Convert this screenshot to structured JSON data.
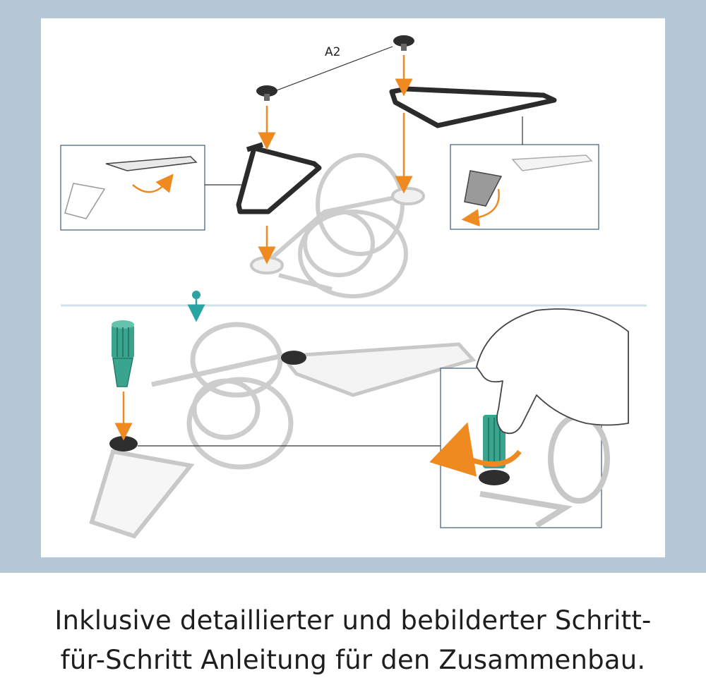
{
  "diagram": {
    "part_label": "A2",
    "colors": {
      "frame": "#b6c7d6",
      "arrow": "#ee8a1f",
      "cap": "#3aa58f",
      "divider": "#cfe2ea",
      "outline": "#2b2b2b",
      "ghost": "#c9c9c9"
    }
  },
  "caption": {
    "line1": "Inklusive detaillierter und bebilderter Schritt-",
    "line2": "für-Schritt Anleitung für den Zusammenbau."
  }
}
